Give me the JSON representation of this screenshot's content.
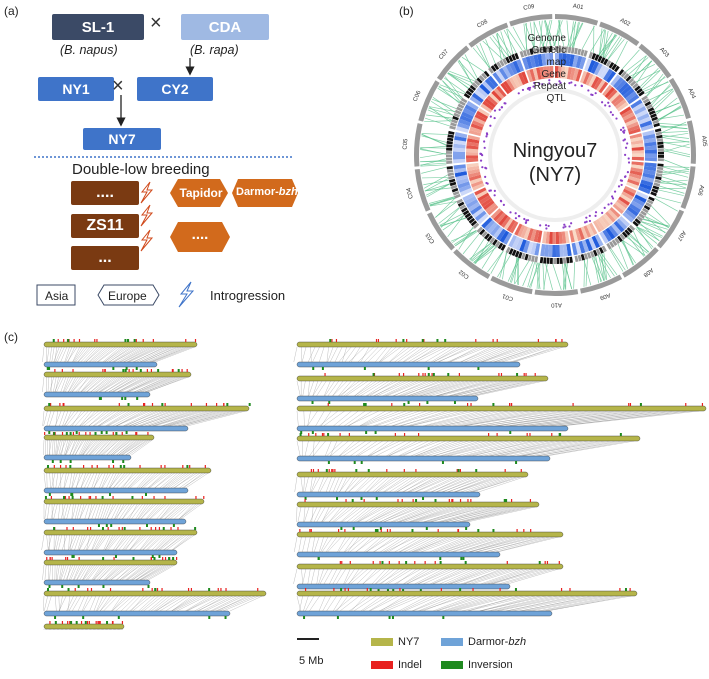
{
  "panel_a": {
    "label": "(a)",
    "sl1": "SL-1",
    "cda": "CDA",
    "b_napus": "(B. napus)",
    "b_rapa": "(B. rapa)",
    "ny1": "NY1",
    "cy2": "CY2",
    "ny7": "NY7",
    "cross_symbol": "×",
    "double_low": "Double-low breeding",
    "dots": "....",
    "dots3": "...",
    "zs11": "ZS11",
    "tapidor": "Tapidor",
    "darmor_prefix": "Darmor-",
    "darmor_italic": "bzh",
    "legend_asia": "Asia",
    "legend_europe": "Europe",
    "legend_introgression": "Introgression"
  },
  "panel_b": {
    "label": "(b)",
    "title1": "Ningyou7",
    "title2": "(NY7)",
    "tracks": [
      "Genome",
      "Genetic",
      "map",
      "Gene",
      "Repeat",
      "QTL"
    ],
    "chromosomes": [
      "A01",
      "A02",
      "A03",
      "A04",
      "A05",
      "A06",
      "A07",
      "A08",
      "A09",
      "A10",
      "C01",
      "C02",
      "C03",
      "C04",
      "C05",
      "C06",
      "C07",
      "C08",
      "C09"
    ]
  },
  "panel_c": {
    "label": "(c)",
    "scale": "5 Mb",
    "legend_ny7": "NY7",
    "legend_darmor_prefix": "Darmor-",
    "legend_darmor_italic": "bzh",
    "legend_indel": "Indel",
    "legend_inversion": "Inversion",
    "colors": {
      "ny7": "#b5b54a",
      "darmor": "#6fa3d8",
      "indel": "#e8211f",
      "inversion": "#1f8a1f"
    }
  }
}
